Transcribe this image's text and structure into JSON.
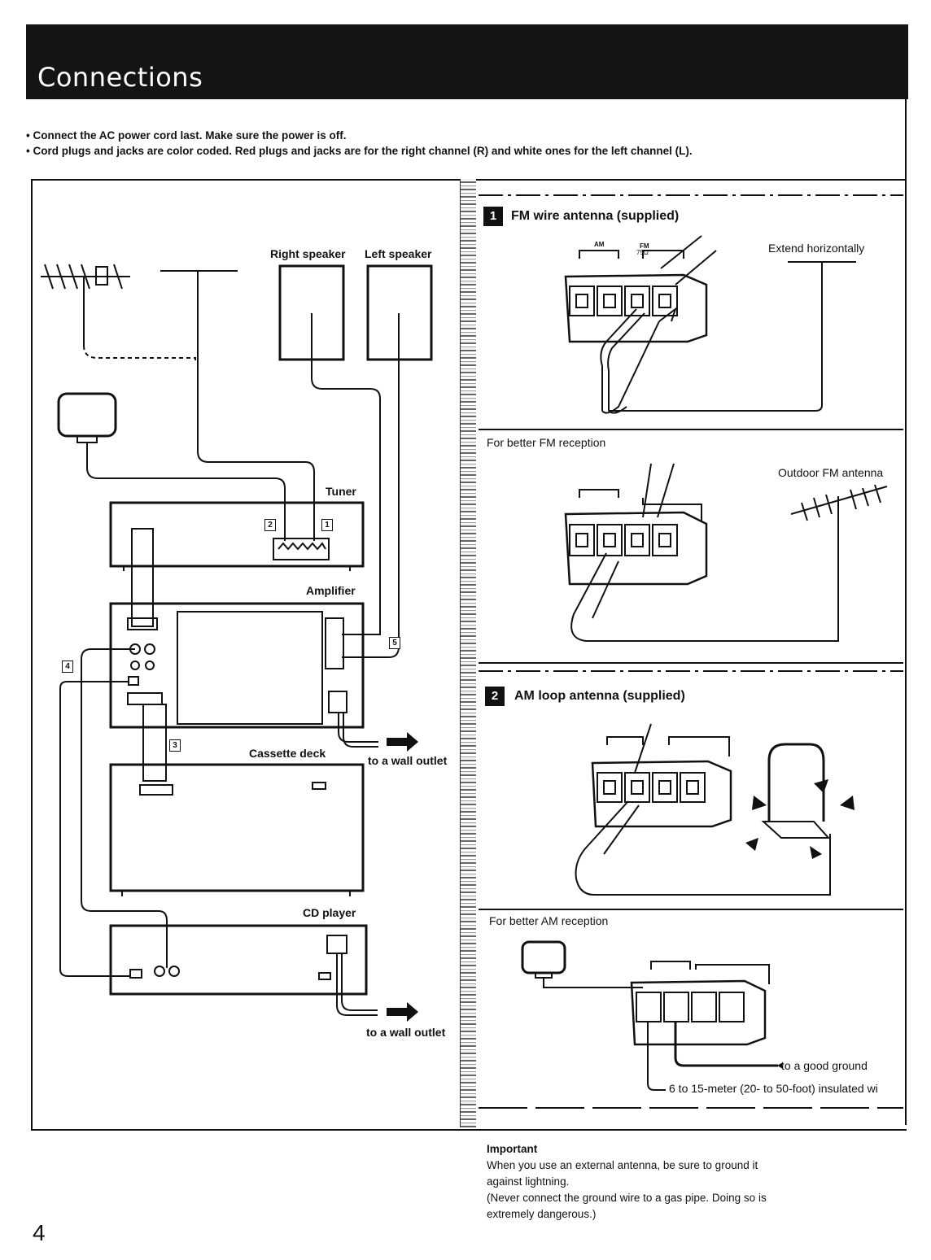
{
  "header": {
    "title": "Connections"
  },
  "notes": [
    "• Connect the AC power cord last. Make sure the power is off.",
    "• Cord plugs and jacks are color coded. Red plugs and jacks are for the right channel (R) and white ones for the left channel (L)."
  ],
  "left_diagram": {
    "right_speaker": "Right speaker",
    "left_speaker": "Left speaker",
    "tuner": "Tuner",
    "amplifier": "Amplifier",
    "cassette_deck": "Cassette deck",
    "cd_player": "CD player",
    "wall_outlet_1": "to a wall outlet",
    "wall_outlet_2": "to a wall outlet",
    "step_numbers": {
      "n1": "1",
      "n2": "2",
      "n3": "3",
      "n4": "4",
      "n5": "5"
    }
  },
  "fm_section": {
    "number": "1",
    "title": "FM wire antenna (supplied)",
    "extend": "Extend horizontally",
    "terminal_am": "AM",
    "terminal_fm": "FM",
    "terminal_ohm": "75Ω",
    "better_reception": "For better FM reception",
    "outdoor": "Outdoor FM antenna"
  },
  "am_section": {
    "number": "2",
    "title": "AM loop antenna (supplied)",
    "better_reception": "For better AM reception",
    "ground": "to a good ground",
    "wire": "6 to 15-meter (20- to 50-foot) insulated wi"
  },
  "important": {
    "title": "Important",
    "line1": "When you use an external antenna, be sure to ground it",
    "line2": "against lightning.",
    "line3": "(Never connect the ground wire to a gas pipe. Doing so is",
    "line4": "extremely dangerous.)"
  },
  "page_number": "4"
}
